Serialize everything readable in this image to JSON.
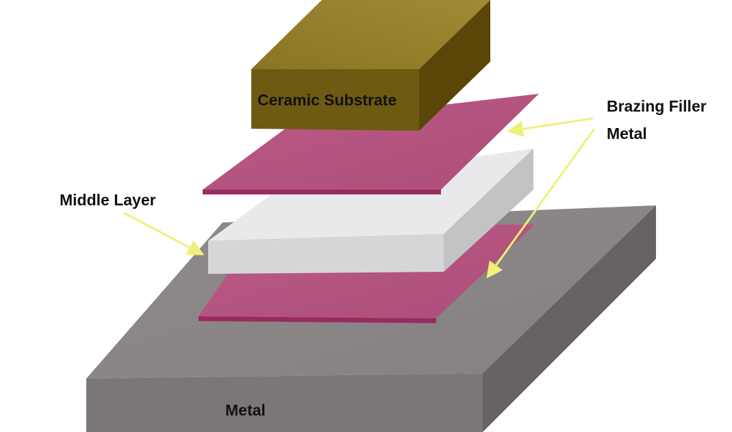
{
  "labels": {
    "ceramic_substrate": "Ceramic Substrate",
    "brazing_filler_line1": "Brazing Filler",
    "brazing_filler_line2": "Metal",
    "middle_layer": "Middle Layer",
    "metal": "Metal"
  },
  "colors": {
    "ceramic_front": "#6f5a12",
    "ceramic_top": "#97822e",
    "ceramic_side": "#5a4708",
    "filler_top": "#b5547f",
    "filler_edge": "#9a2a60",
    "middle_front": "#d6d6d8",
    "middle_top": "#e9e9eb",
    "middle_side": "#c3c3c6",
    "metal_top": "#8c8789",
    "metal_front": "#7b7779",
    "metal_side": "#676365",
    "arrow": "#eef07a"
  }
}
